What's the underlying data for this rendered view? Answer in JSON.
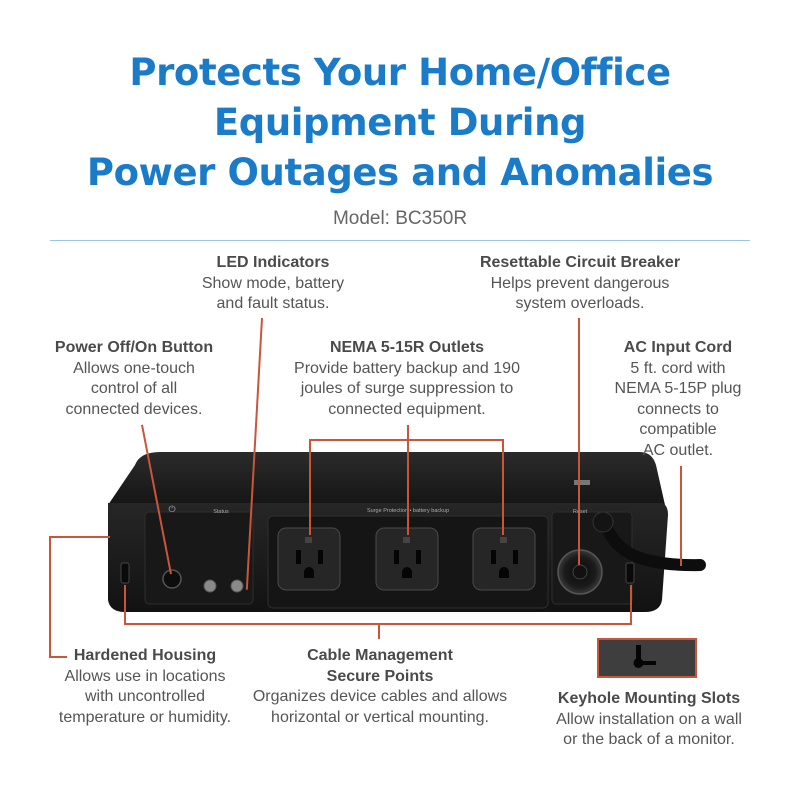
{
  "headline": {
    "lines": [
      "Protects Your Home/Office",
      "Equipment During",
      "Power Outages and Anomalies"
    ],
    "color": "#1a7bc9"
  },
  "model": "Model: BC350R",
  "device": {
    "status_label": "Status",
    "outlets_label": "Surge Protection • battery backup",
    "reset_label": "Reset"
  },
  "callouts": {
    "led": {
      "title": "LED Indicators",
      "desc": [
        "Show mode, battery",
        "and fault status."
      ]
    },
    "breaker": {
      "title": "Resettable Circuit Breaker",
      "desc": [
        "Helps prevent dangerous",
        "system overloads."
      ]
    },
    "power": {
      "title": "Power Off/On Button",
      "desc": [
        "Allows one-touch",
        "control of all",
        "connected devices."
      ]
    },
    "nema": {
      "title": "NEMA 5-15R Outlets",
      "desc": [
        "Provide battery backup and 190",
        "joules of surge suppression to",
        "connected equipment."
      ]
    },
    "ac": {
      "title": "AC Input Cord",
      "desc": [
        "5 ft. cord with",
        "NEMA 5-15P plug",
        "connects to",
        "compatible",
        "AC outlet."
      ]
    },
    "housing": {
      "title": "Hardened Housing",
      "desc": [
        "Allows use in locations",
        "with uncontrolled",
        "temperature or humidity."
      ]
    },
    "cable": {
      "title": "Cable Management",
      "title2": "Secure Points",
      "desc": [
        "Organizes device cables and allows",
        "horizontal or vertical mounting."
      ]
    },
    "keyhole": {
      "title": "Keyhole Mounting Slots",
      "desc": [
        "Allow installation on a wall",
        "or the back of a monitor."
      ]
    }
  },
  "colors": {
    "leader": "#c9553b",
    "rule": "#9cc6e8",
    "device": "#1f1f1f"
  }
}
